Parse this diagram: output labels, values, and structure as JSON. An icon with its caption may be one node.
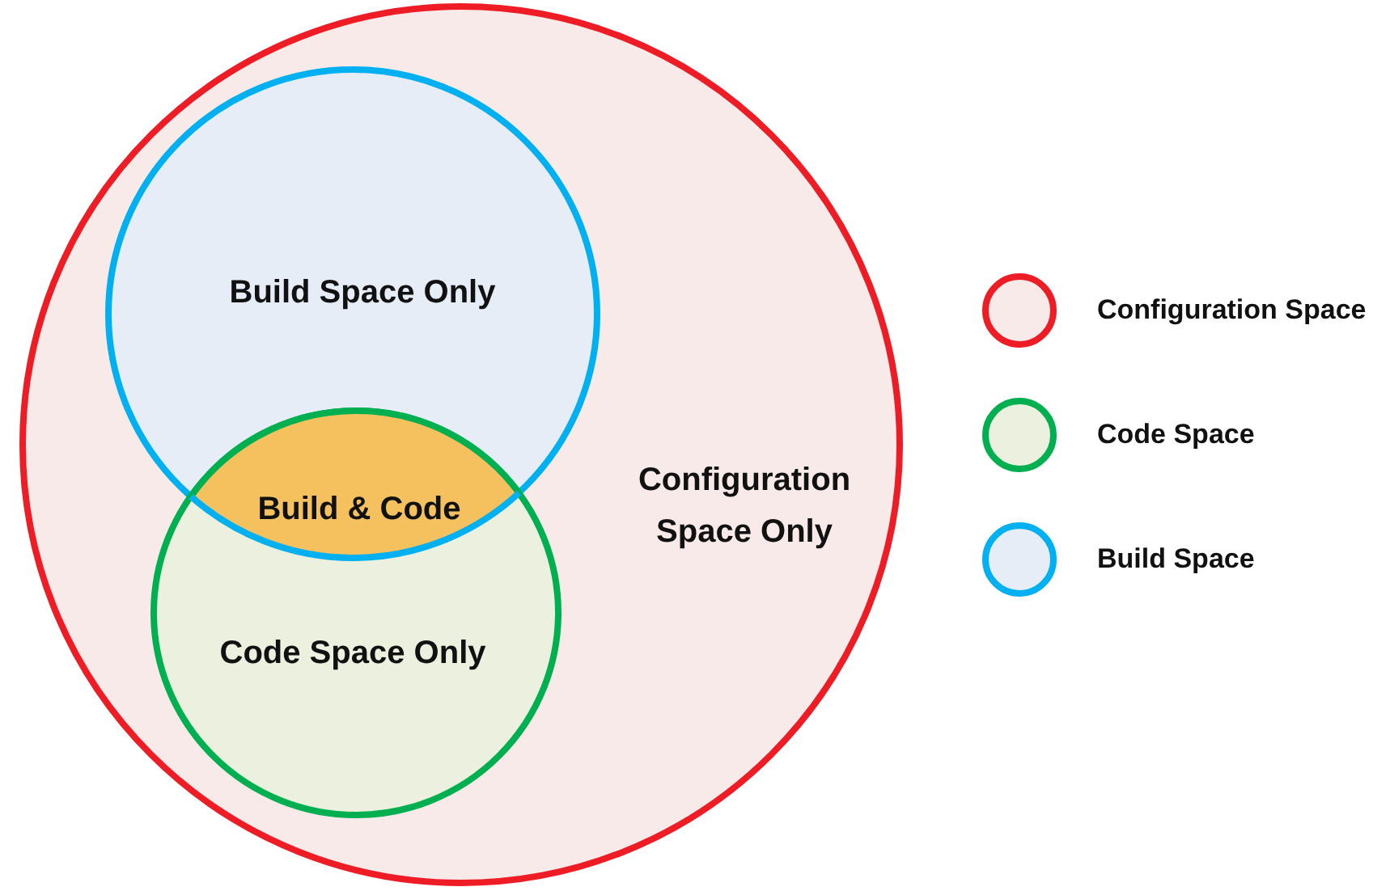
{
  "diagram": {
    "nodes": [
      {
        "text": [
          "Configuration Space Only"
        ]
      },
      {
        "text": [
          "Build Space Only"
        ],
        "in": 0
      },
      {
        "text": [
          "Code Space Only"
        ],
        "in": 0
      },
      {
        "text": [
          "Build & Code"
        ]
      }
    ],
    "legend": [
      {
        "text": "Configuration Space",
        "color": "#ee1c24"
      },
      {
        "text": "Code Space",
        "color": "#00b050"
      },
      {
        "text": "Build Space",
        "color": "#00b0f0"
      }
    ]
  }
}
